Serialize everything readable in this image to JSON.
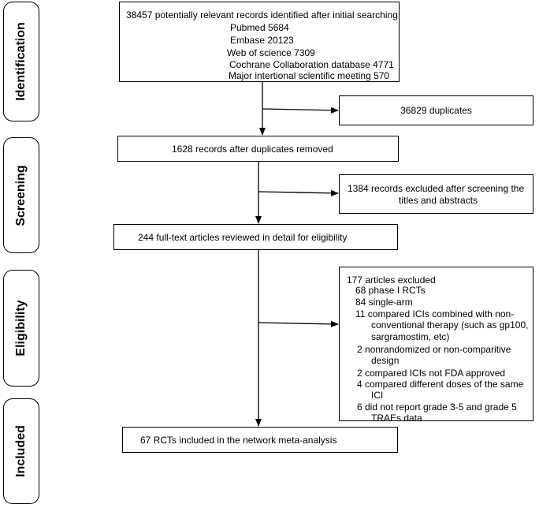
{
  "stages": [
    "Identification",
    "Screening",
    "Eligibility",
    "Included"
  ],
  "identification": {
    "main": "38457 potentially relevant records identified after initial searching",
    "sources": [
      "Pubmed 5684",
      "Embase 20123",
      "Web of science 7309",
      "Cochrane Collaboration database 4771",
      "Major intertional scientific meeting 570"
    ]
  },
  "duplicates": "36829 duplicates",
  "after_duplicates": "1628 records after duplicates removed",
  "excluded_screening": [
    "1384 records excluded after screening the",
    "titles and abstracts"
  ],
  "fulltext": "244 full-text articles reviewed in detail for eligibility",
  "excluded_articles": {
    "title": "177 articles excluded",
    "lines": [
      "68 phase I RCTs",
      "84 single-arm",
      "11 compared ICIs combined with non-",
      "conventional therapy (such as gp100,",
      "sargramostim, etc)",
      "2  nonrandomized or  non-comparitive",
      "design",
      "2  compared ICIs not FDA approved",
      "4  compared different doses of the same",
      "ICI",
      "6  did not report grade 3-5 and grade 5",
      "TRAEs data"
    ]
  },
  "included": "67 RCTs included in the network meta-analysis"
}
